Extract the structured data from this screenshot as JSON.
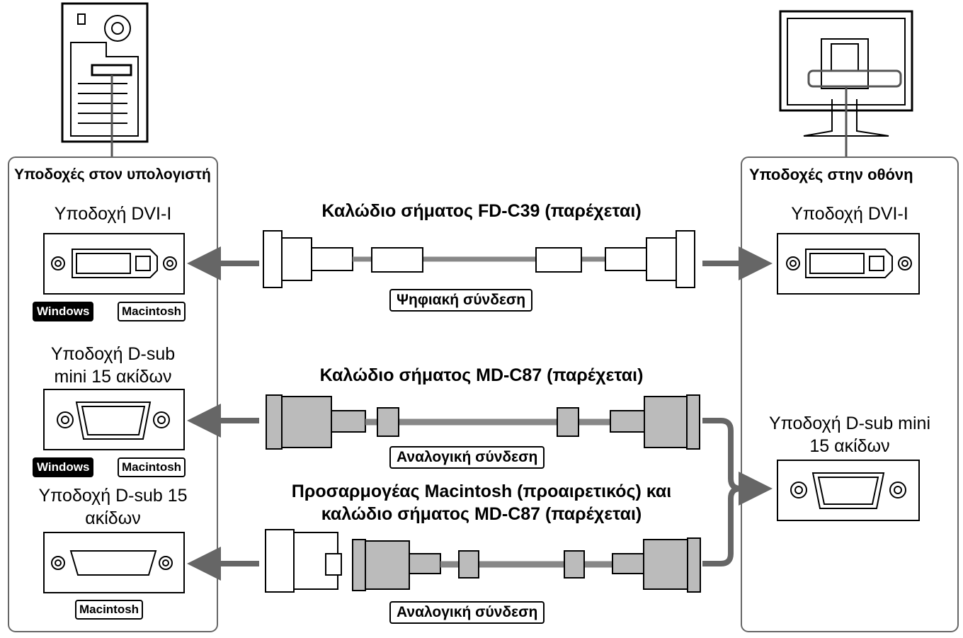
{
  "computer": {
    "header": "Υποδοχές στον υπολογιστή",
    "ports": [
      {
        "label": "Υποδοχή DVI-I"
      },
      {
        "label": "Υποδοχή D-sub mini 15 ακίδων"
      },
      {
        "label": "Υποδοχή D-sub 15 ακίδων"
      }
    ],
    "os_badges": {
      "dvi": [
        "Windows",
        "Macintosh"
      ],
      "dsub_mini": [
        "Windows",
        "Macintosh"
      ],
      "dsub": [
        "Macintosh"
      ]
    }
  },
  "monitor": {
    "header": "Υποδοχές στην οθόνη",
    "ports": [
      {
        "label": "Υποδοχή DVI-I"
      },
      {
        "label": "Υποδοχή D-sub mini 15 ακίδων"
      }
    ]
  },
  "cables": [
    {
      "title": "Καλώδιο σήματος FD-C39 (παρέχεται)",
      "connection": "Ψηφιακή σύνδεση"
    },
    {
      "title": "Καλώδιο σήματος MD-C87 (παρέχεται)",
      "connection": "Αναλογική σύνδεση"
    },
    {
      "title": "Προσαρμογέας Macintosh (προαιρετικός) και καλώδιο σήματος MD-C87 (παρέχεται)",
      "connection": "Αναλογική σύνδεση"
    }
  ],
  "colors": {
    "arrow": "#666666",
    "cable": "#888888",
    "connector": "#bbbbbb"
  }
}
